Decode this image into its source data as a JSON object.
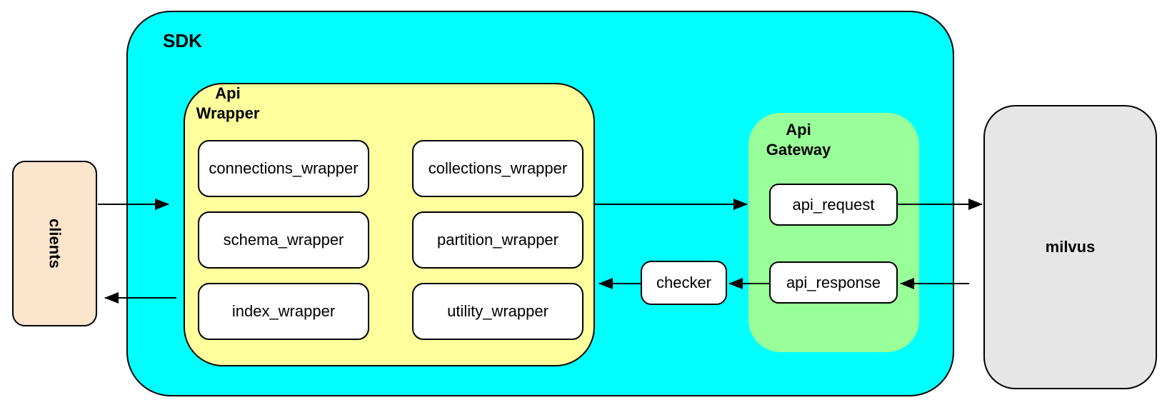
{
  "colors": {
    "canvas-bg": "#FFFFFF",
    "sdk-fill": "#00FFFF",
    "wrapper-fill": "#FCFF9C",
    "gateway-fill": "#99FF99",
    "clients-fill": "#FBE5CD",
    "milvus-fill": "#E6E6E6",
    "node-fill": "#FFFFFF",
    "stroke": "#000000"
  },
  "nodes": {
    "clients": {
      "label": "clients"
    },
    "sdk": {
      "label": "SDK"
    },
    "api_wrapper": {
      "label": [
        "Api",
        "Wrapper"
      ],
      "children": [
        "connections_wrapper",
        "collections_wrapper",
        "schema_wrapper",
        "partition_wrapper",
        "index_wrapper",
        "utility_wrapper"
      ]
    },
    "checker": {
      "label": "checker"
    },
    "api_gateway": {
      "label": [
        "Api",
        "Gateway"
      ],
      "children": [
        "api_request",
        "api_response"
      ]
    },
    "milvus": {
      "label": "milvus"
    }
  }
}
